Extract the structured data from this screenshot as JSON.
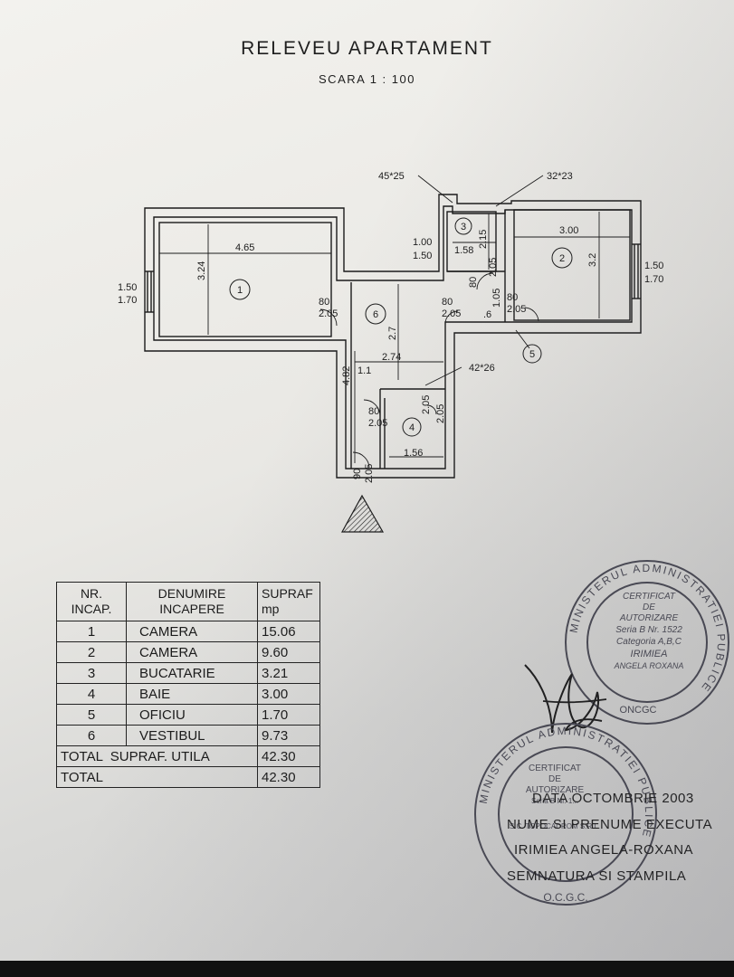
{
  "document": {
    "title": "RELEVEU APARTAMENT",
    "scale": "SCARA 1 : 100"
  },
  "plan": {
    "labels": {
      "win_top_left": "45*25",
      "win_top_right": "32*23",
      "win_mid": "42*26",
      "r1_width": "4.65",
      "r1_height": "3.24",
      "r1_win_a": "1.50",
      "r1_win_b": "1.70",
      "r2_width": "3.00",
      "r2_height": "3.2",
      "r2_win_a": "1.50",
      "r2_win_b": "1.70",
      "r3_w": "1.58",
      "r3_h": "2.15",
      "r3_win_a": "1.00",
      "r3_win_b": "1.50",
      "r6_h": "2.7",
      "r6_w": "2.74",
      "r6_left": "4.82",
      "r6_sub": "1.1",
      "r4_w": "1.56",
      "r4_h": "2.05",
      "d1_a": "80",
      "d1_b": "2.05",
      "d2_a": "80",
      "d2_b": "2.05",
      "d3_a": "80",
      "d3_b": "2.05",
      "d4_a": "80",
      "d4_b": "2.05",
      "d5_a": "80",
      "d5_b": "2.05",
      "d6_a": "90",
      "d6_b": "2.05",
      "d7_a": "2.05",
      "o5_a": ".6",
      "o5_b": "1.05"
    },
    "rooms": [
      "1",
      "2",
      "3",
      "4",
      "5",
      "6"
    ]
  },
  "table": {
    "headers": [
      "NR.\nINCAP.",
      "DENUMIRE\nINCAPERE",
      "SUPRAF\nmp"
    ],
    "rows": [
      {
        "nr": "1",
        "name": "CAMERA",
        "area": "15.06"
      },
      {
        "nr": "2",
        "name": "CAMERA",
        "area": "9.60"
      },
      {
        "nr": "3",
        "name": "BUCATARIE",
        "area": "3.21"
      },
      {
        "nr": "4",
        "name": "BAIE",
        "area": "3.00"
      },
      {
        "nr": "5",
        "name": "OFICIU",
        "area": "1.70"
      },
      {
        "nr": "6",
        "name": "VESTIBUL",
        "area": "9.73"
      }
    ],
    "total_util_label": "TOTAL  SUPRAF. UTILA",
    "total_util": "42.30",
    "total_label": "TOTAL",
    "total": "42.30"
  },
  "info": {
    "date": "DATA   OCTOMBRIE  2003",
    "name_label": "NUME  SI  PRENUME  EXECUTA",
    "executant": "IRIMIEA  ANGELA-ROXANA",
    "signature_label": "SEMNATURA  SI  STAMPILA"
  },
  "stamp1": {
    "ring": "MINISTERUL ADMINISTRATIEI PUBLICE",
    "l1": "CERTIFICAT",
    "l2": "DE",
    "l3": "AUTORIZARE",
    "l4": "Seria B  Nr. 1522",
    "l5": "Categoria A,B,C",
    "l6": "IRIMIEA",
    "l7": "ANGELA ROXANA",
    "bottom": "ONCGC"
  },
  "stamp2": {
    "ring": "MINISTERUL ADMINISTRATIEI PUBLICE",
    "l1": "CERTIFICAT",
    "l2": "DE",
    "l3": "AUTORIZARE",
    "l4": "Seria B  Nr. 1...",
    "l5": "S.C. TOPOCADROM S.R.L.",
    "bottom": "O.C.G.C."
  },
  "colors": {
    "ink": "#1b1b1b",
    "paper": "#efeeea",
    "stamp": "#4a4a55"
  }
}
